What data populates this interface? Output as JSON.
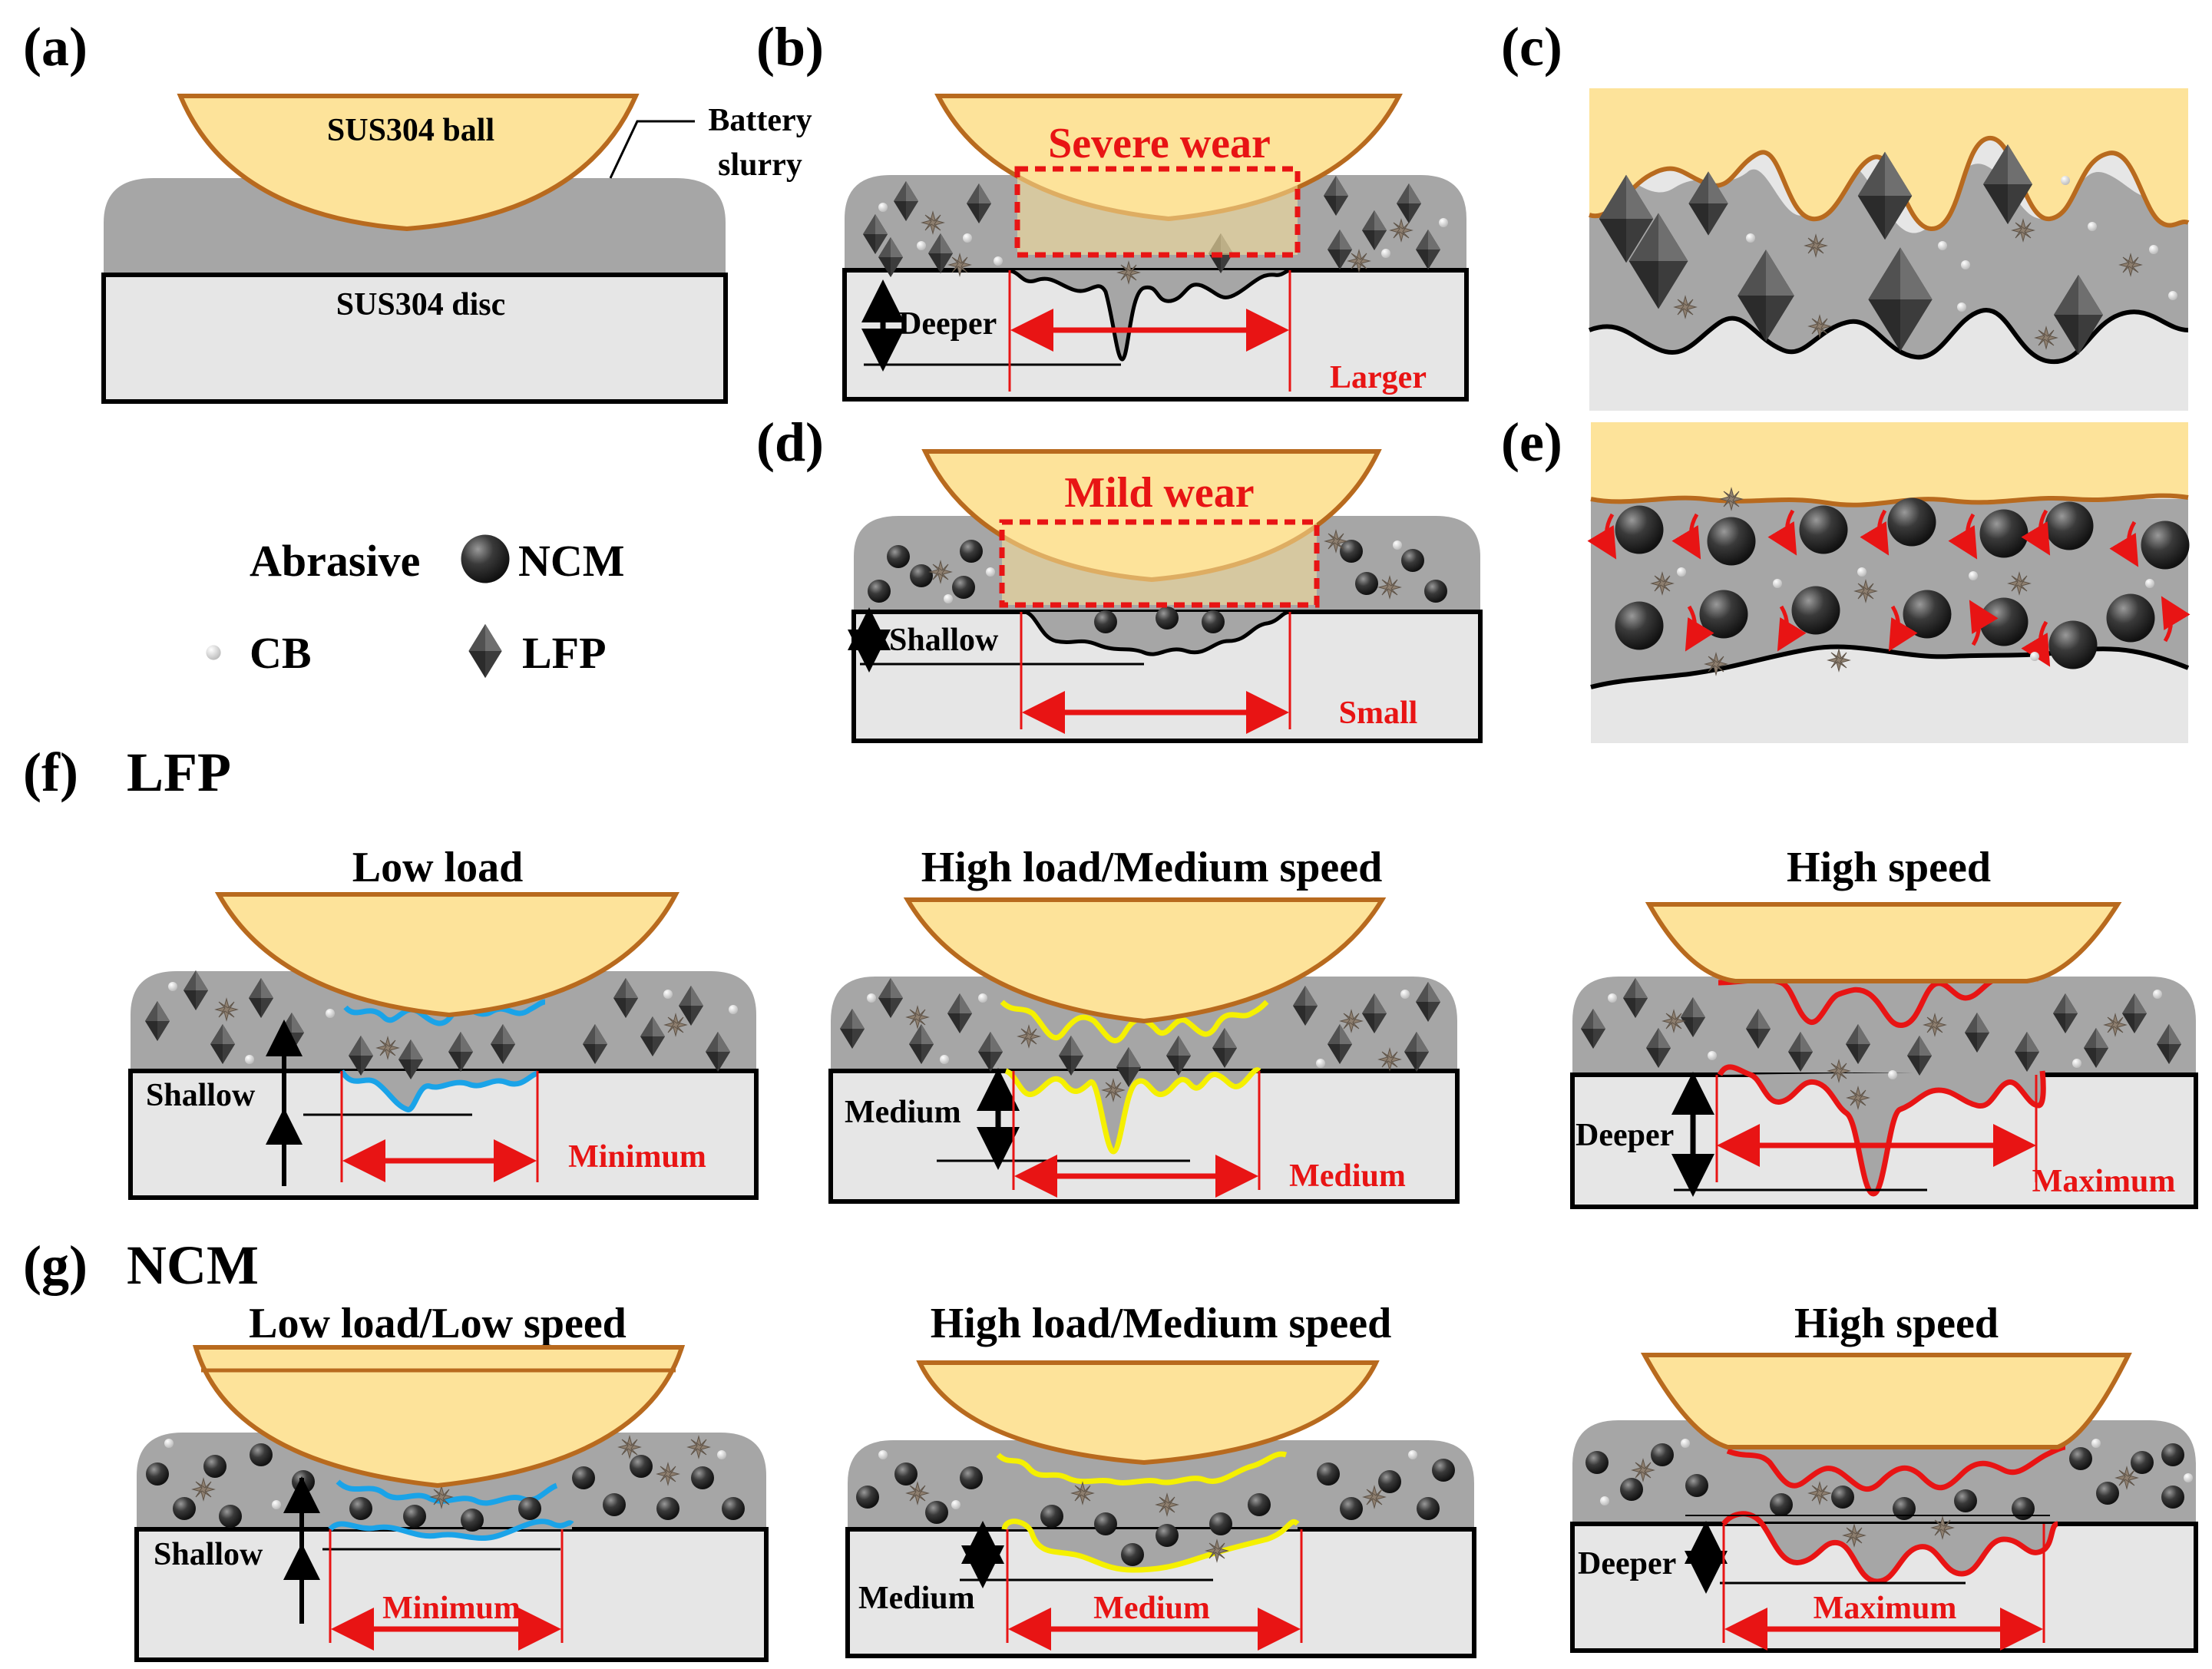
{
  "panel_labels": {
    "a": "(a)",
    "b": "(b)",
    "c": "(c)",
    "d": "(d)",
    "e": "(e)",
    "f": "(f)",
    "g": "(g)"
  },
  "panel_a": {
    "ball": "SUS304 ball",
    "disc": "SUS304 disc",
    "slurry_line1": "Battery",
    "slurry_line2": "slurry"
  },
  "panel_b": {
    "wear": "Severe wear",
    "depth": "Deeper",
    "width": "Larger"
  },
  "panel_d": {
    "wear": "Mild wear",
    "depth": "Shallow",
    "width": "Small"
  },
  "legend": {
    "abrasive": "Abrasive",
    "ncm": "NCM",
    "cb": "CB",
    "lfp": "LFP"
  },
  "row_f": {
    "title": "LFP",
    "cases": [
      {
        "title": "Low load",
        "depth": "Shallow",
        "width": "Minimum"
      },
      {
        "title": "High load/Medium speed",
        "depth": "Medium",
        "width": "Medium"
      },
      {
        "title": "High speed",
        "depth": "Deeper",
        "width": "Maximum"
      }
    ]
  },
  "row_g": {
    "title": "NCM",
    "cases": [
      {
        "title": "Low load/Low speed",
        "depth": "Shallow",
        "width": "Minimum"
      },
      {
        "title": "High load/Medium speed",
        "depth": "Medium",
        "width": "Medium"
      },
      {
        "title": "High speed",
        "depth": "Deeper",
        "width": "Maximum"
      }
    ]
  },
  "colors": {
    "ball_fill": "#fde39a",
    "ball_stroke": "#b86a1e",
    "slurry": "#a6a6a6",
    "disc": "#e6e6e6",
    "accent_red": "#e81414",
    "wear_blue": "#1aa3e8",
    "wear_yellow": "#f5f000"
  }
}
